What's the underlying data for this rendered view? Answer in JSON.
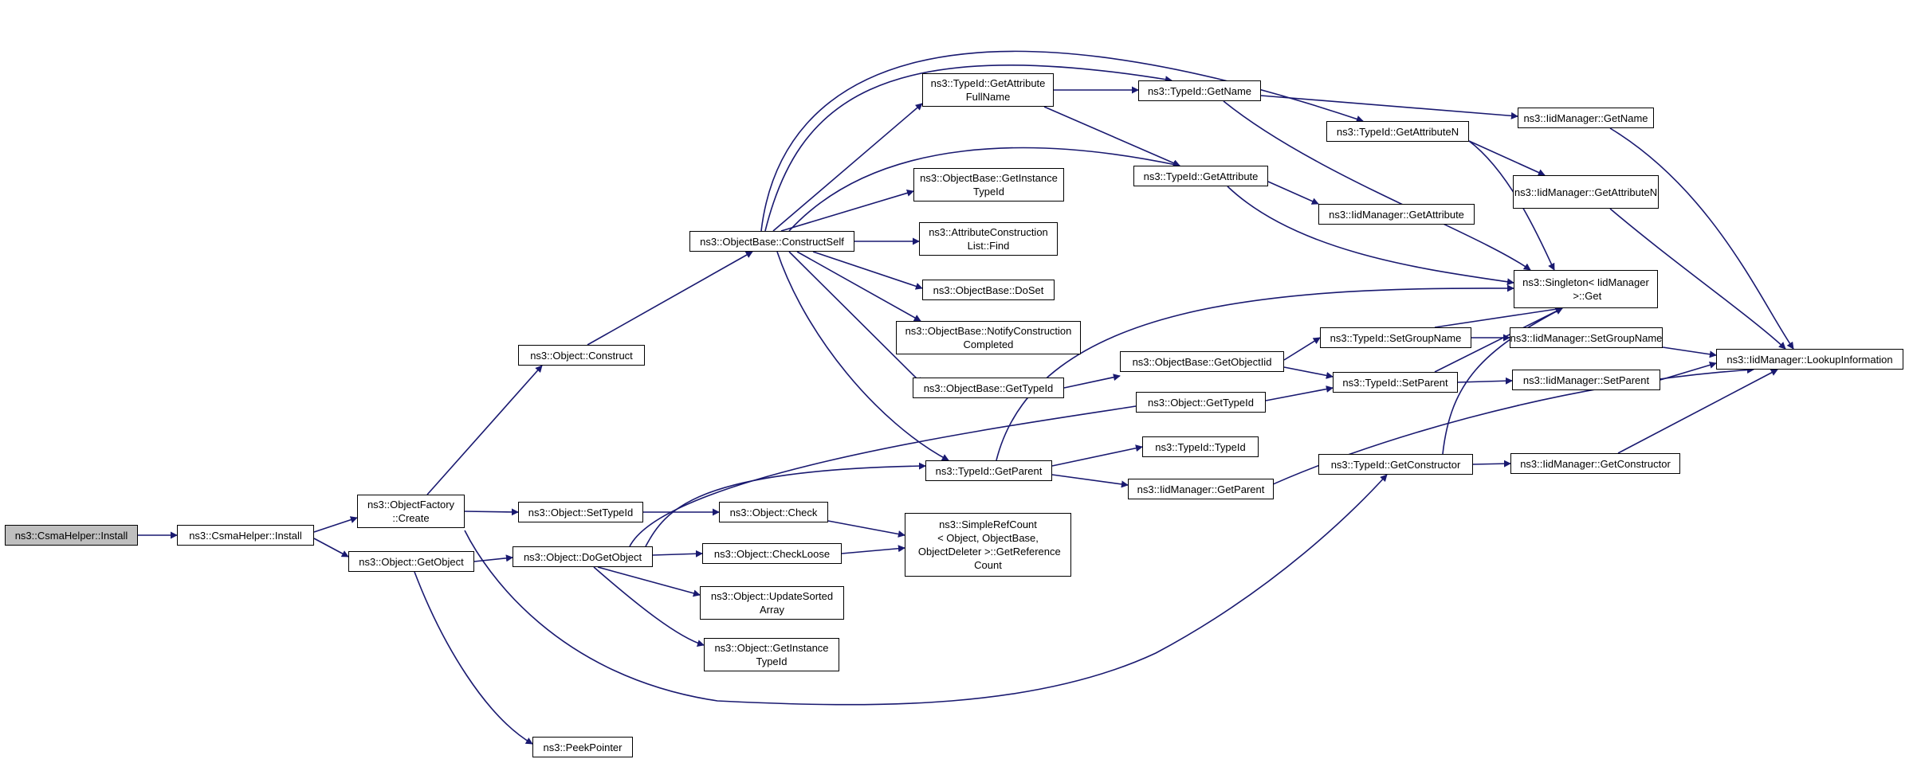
{
  "colors": {
    "edge": "#191970",
    "root_fill": "#bfbfbf",
    "node_fill": "#ffffff",
    "border": "#000000"
  },
  "nodes": {
    "root": "ns3::CsmaHelper::Install",
    "install": "ns3::CsmaHelper::Install",
    "factory_create": "ns3::ObjectFactory\n::Create",
    "get_object": "ns3::Object::GetObject",
    "construct": "ns3::Object::Construct",
    "set_type_id": "ns3::Object::SetTypeId",
    "do_get_object": "ns3::Object::DoGetObject",
    "peek_pointer": "ns3::PeekPointer",
    "construct_self": "ns3::ObjectBase::ConstructSelf",
    "check": "ns3::Object::Check",
    "check_loose": "ns3::Object::CheckLoose",
    "update_sorted": "ns3::Object::UpdateSorted\nArray",
    "obj_get_instance": "ns3::Object::GetInstance\nTypeId",
    "get_attr_fullname": "ns3::TypeId::GetAttribute\nFullName",
    "ob_get_instance": "ns3::ObjectBase::GetInstance\nTypeId",
    "acl_find": "ns3::AttributeConstruction\nList::Find",
    "do_set": "ns3::ObjectBase::DoSet",
    "notify_completed": "ns3::ObjectBase::NotifyConstruction\nCompleted",
    "ob_get_type_id": "ns3::ObjectBase::GetTypeId",
    "tid_get_parent": "ns3::TypeId::GetParent",
    "simple_ref_count": "ns3::SimpleRefCount\n< Object, ObjectBase,\n ObjectDeleter >::GetReference\nCount",
    "tid_get_name": "ns3::TypeId::GetName",
    "tid_get_attribute": "ns3::TypeId::GetAttribute",
    "get_object_iid": "ns3::ObjectBase::GetObjectIid",
    "obj_get_type_id": "ns3::Object::GetTypeId",
    "tid_type_id": "ns3::TypeId::TypeId",
    "iid_get_parent": "ns3::IidManager::GetParent",
    "tid_get_attribute_n": "ns3::TypeId::GetAttributeN",
    "iid_get_attribute": "ns3::IidManager::GetAttribute",
    "tid_set_group_name": "ns3::TypeId::SetGroupName",
    "tid_set_parent": "ns3::TypeId::SetParent",
    "tid_get_constructor": "ns3::TypeId::GetConstructor",
    "iid_get_name": "ns3::IidManager::GetName",
    "iid_get_attribute_n": "ns3::IidManager::GetAttributeN",
    "singleton_get": "ns3::Singleton< IidManager\n >::Get",
    "iid_set_group_name": "ns3::IidManager::SetGroupName",
    "iid_set_parent": "ns3::IidManager::SetParent",
    "iid_get_constructor": "ns3::IidManager::GetConstructor",
    "iid_lookup": "ns3::IidManager::LookupInformation"
  }
}
